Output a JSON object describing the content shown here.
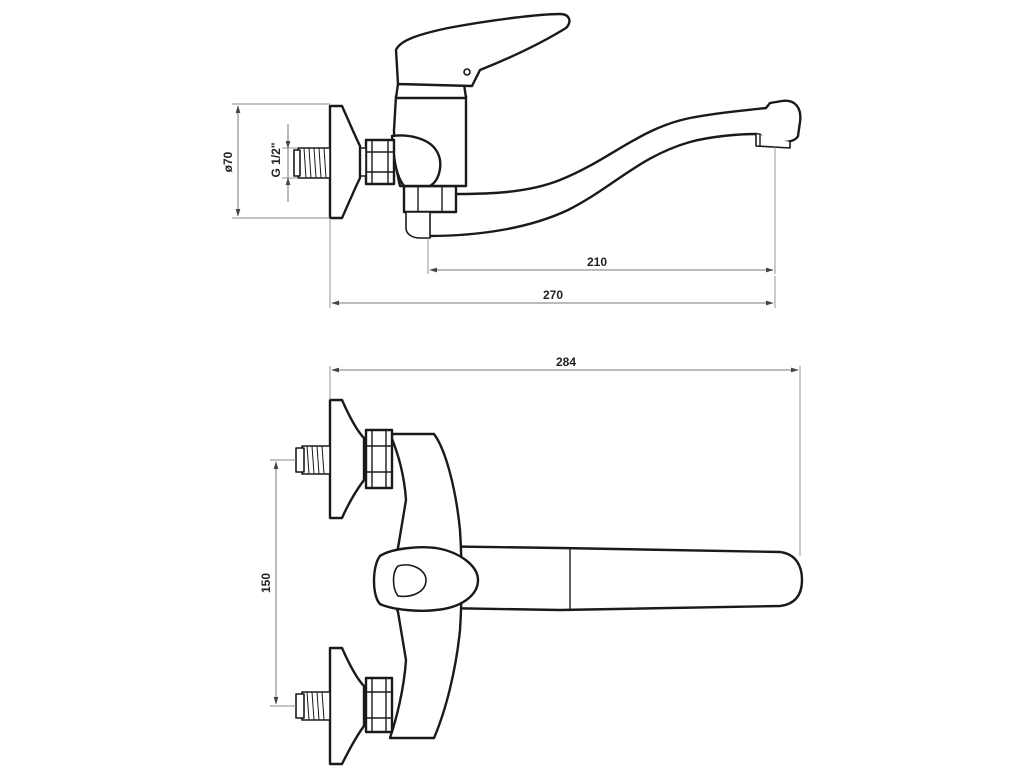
{
  "drawing": {
    "side_view": {
      "dimensions": {
        "flange_diameter": "ø70",
        "thread": "G 1/2\"",
        "spout_reach": "210",
        "overall_depth": "270"
      }
    },
    "top_view": {
      "dimensions": {
        "overall_width": "284",
        "inlet_spacing": "150"
      }
    }
  }
}
